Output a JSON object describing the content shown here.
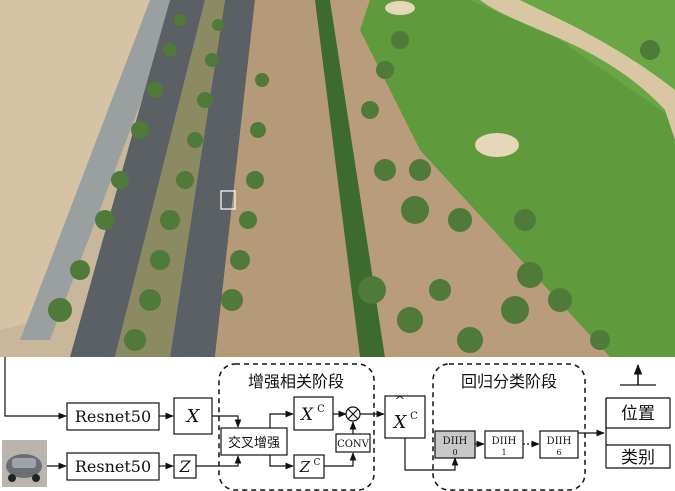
{
  "diagram": {
    "resnet_top": "Resnet50",
    "resnet_bottom": "Resnet50",
    "x_label": "X",
    "z_label": "Z",
    "xc_base": "X",
    "xc_sup": "C",
    "zc_base": "Z",
    "zc_sup": "C",
    "xhat_base": "X",
    "xhat_sup": "C",
    "xhat_accent": "^",
    "cross_enhance": "交叉增强",
    "conv": "CONV",
    "multiply": "⊗",
    "enhance_stage": "增强相关阶段",
    "regression_stage": "回归分类阶段",
    "diih0_name": "DIIH",
    "diih0_idx": "0",
    "diih1_name": "DIIH",
    "diih1_idx": "1",
    "diih6_name": "DIIH",
    "diih6_idx": "6",
    "dots": "···",
    "output_position": "位置",
    "output_class": "类别"
  },
  "colors": {
    "box_fill": "#ffffff",
    "diih0_fill": "#c8c8c8",
    "stroke": "#111111"
  }
}
